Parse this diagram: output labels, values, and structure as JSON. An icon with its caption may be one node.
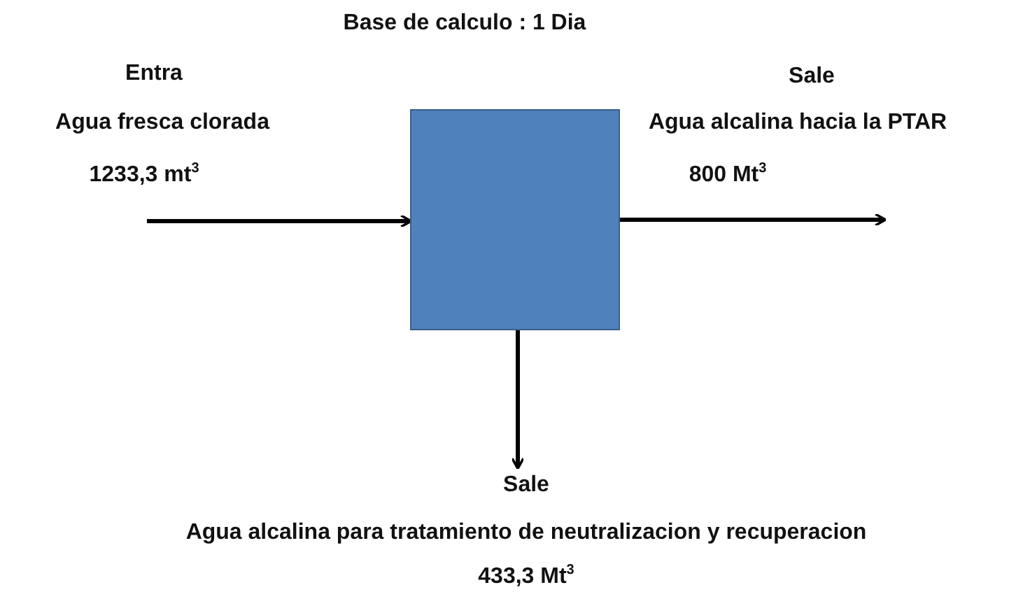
{
  "diagram": {
    "title": "Base de calculo : 1 Dia",
    "nodes": [
      {
        "text": [],
        "shape": "box"
      },
      {
        "text": [
          "Sale",
          "Agua alcalina para tratamiento de neutralizacion y recuperacion",
          "433,3 Mt$^{3}$"
        ]
      }
    ],
    "edges": [
      {
        "from": null,
        "to": 0,
        "arrow": "to"
      },
      {
        "from": 0,
        "to": null,
        "arrow": "to"
      },
      {
        "from": 0,
        "to": 1,
        "arrow": "to"
      }
    ],
    "labels": [
      "Entra",
      "Agua fresca clorada",
      "1233,3 mt$^{3}$",
      "Sale",
      "Agua alcalina hacia la PTAR",
      "800 Mt$^{3}$"
    ]
  }
}
